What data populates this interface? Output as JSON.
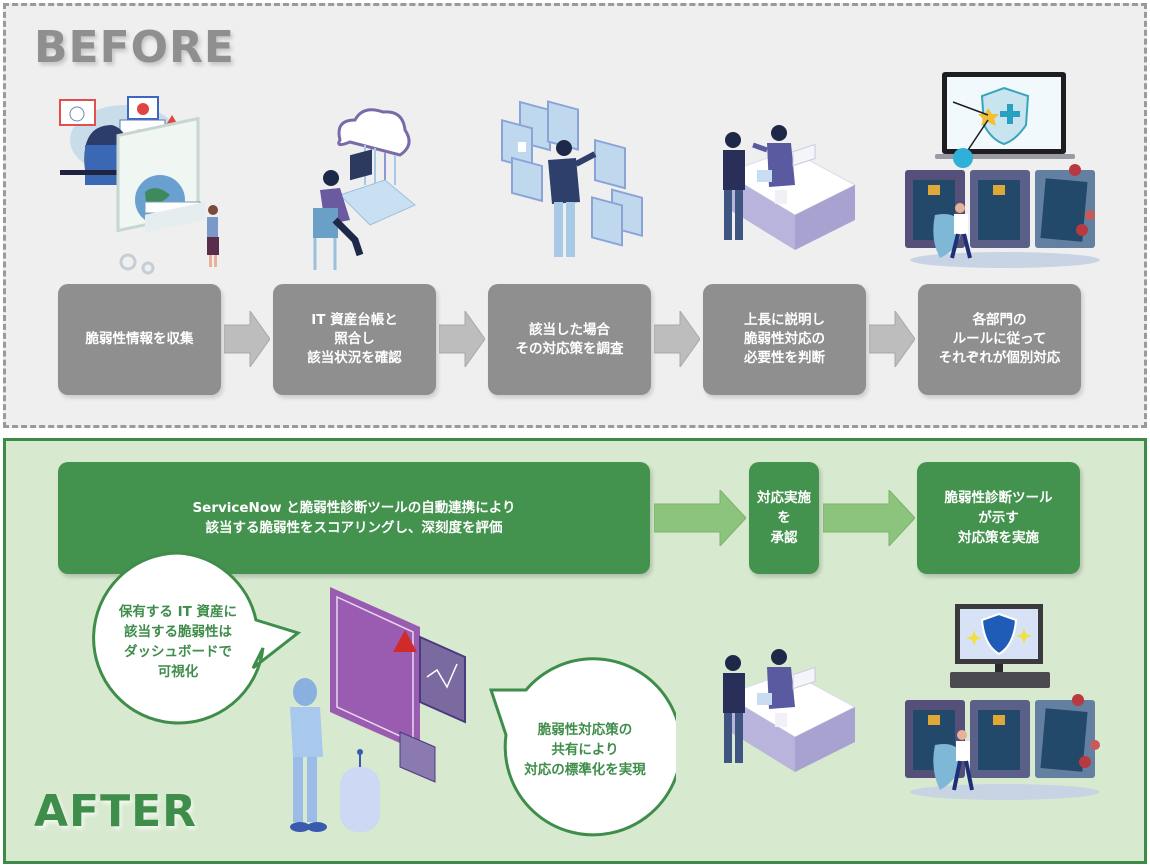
{
  "before": {
    "title": "BEFORE",
    "steps": [
      {
        "label": "脆弱性情報を収集"
      },
      {
        "label": "IT 資産台帳と\n照合し\n該当状況を確認"
      },
      {
        "label": "該当した場合\nその対応策を調査"
      },
      {
        "label": "上長に説明し\n脆弱性対応の\n必要性を判断"
      },
      {
        "label": "各部門の\nルールに従って\nそれぞれが個別対応"
      }
    ],
    "illustrations": [
      "hacker-and-search-illustration",
      "cloud-desk-worker-illustration",
      "person-with-app-icons-illustration",
      "desk-meeting-illustration",
      "laptop-shield-servers-illustration"
    ]
  },
  "after": {
    "title": "AFTER",
    "steps": [
      {
        "label": "ServiceNow と脆弱性診断ツールの自動連携により\n該当する脆弱性をスコアリングし、深刻度を評価"
      },
      {
        "label": "対応実施\nを\n承認"
      },
      {
        "label": "脆弱性診断ツール\nが示す\n対応策を実施"
      }
    ],
    "bubbles": [
      {
        "text": "保有する IT 資産に\n該当する脆弱性は\nダッシュボードで\n可視化"
      },
      {
        "text": "脆弱性対応策の\n共有により\n対応の標準化を実現"
      }
    ]
  },
  "colors": {
    "before_box": "#8f8f8f",
    "before_bg": "#efefef",
    "after_box": "#43934f",
    "after_bg": "#d7e9cf",
    "after_arrow": "#8cc47d",
    "before_arrow": "#bdbdbd"
  }
}
